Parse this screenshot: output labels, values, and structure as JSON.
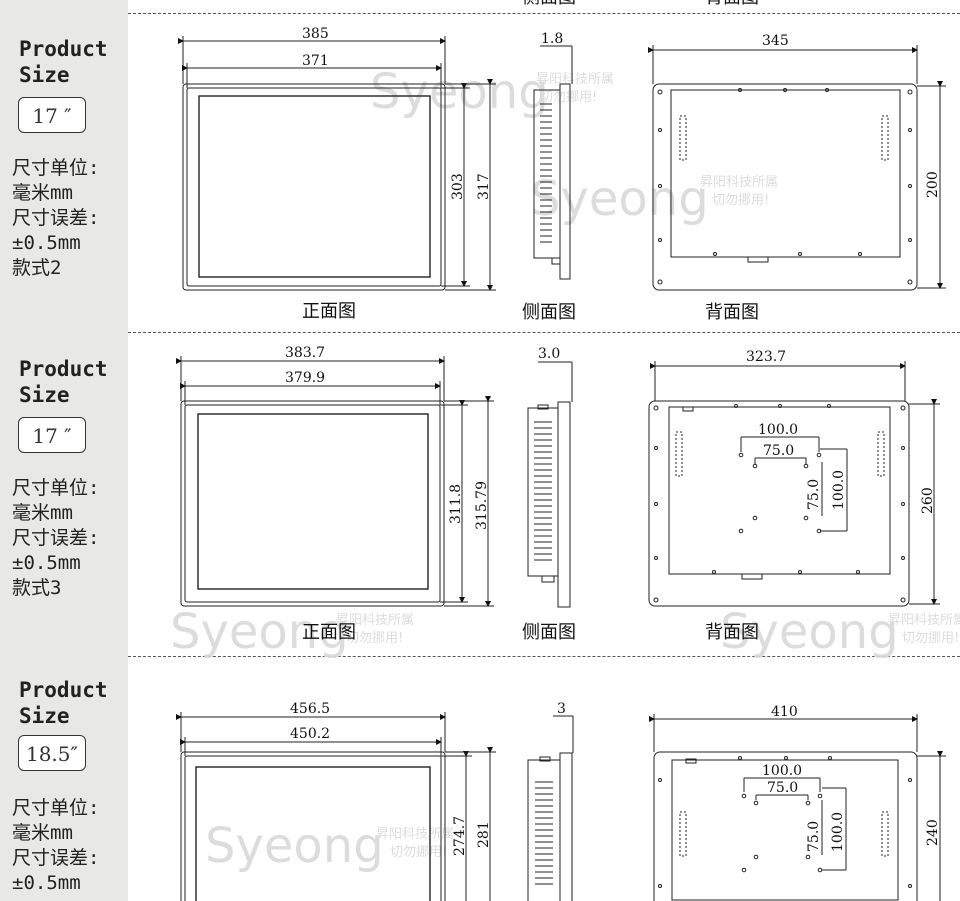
{
  "header": {
    "side_caption": "侧面图",
    "back_caption": "背面图"
  },
  "watermark": {
    "brand": "Syeong",
    "line1": "昇阳科技所属",
    "line2": "切勿挪用!"
  },
  "sections": [
    {
      "title_line1": "Product",
      "title_line2": "Size",
      "size": "17 ″",
      "notes": [
        "尺寸单位:",
        "毫米mm",
        "尺寸误差:",
        "±0.5mm",
        "款式2"
      ],
      "front": {
        "outer_width": "385",
        "inner_width": "371",
        "inner_height": "303",
        "outer_height": "317",
        "caption": "正面图"
      },
      "side": {
        "thickness": "1.8",
        "caption": "侧面图"
      },
      "back": {
        "width": "345",
        "height": "200",
        "caption": "背面图"
      }
    },
    {
      "title_line1": "Product",
      "title_line2": "Size",
      "size": "17 ″",
      "notes": [
        "尺寸单位:",
        "毫米mm",
        "尺寸误差:",
        "±0.5mm",
        "款式3"
      ],
      "front": {
        "outer_width": "383.7",
        "inner_width": "379.9",
        "inner_height": "311.8",
        "outer_height": "315.79",
        "caption": "正面图"
      },
      "side": {
        "thickness": "3.0",
        "caption": "侧面图"
      },
      "back": {
        "width": "323.7",
        "height": "260",
        "vesa_outer_h": "100.0",
        "vesa_inner_h": "75.0",
        "vesa_inner_v": "75.0",
        "vesa_outer_v": "100.0",
        "caption": "背面图"
      }
    },
    {
      "title_line1": "Product",
      "title_line2": "Size",
      "size": "18.5″",
      "notes": [
        "尺寸单位:",
        "毫米mm",
        "尺寸误差:",
        "±0.5mm"
      ],
      "front": {
        "outer_width": "456.5",
        "inner_width": "450.2",
        "inner_height": "274.7",
        "outer_height": "281"
      },
      "side": {
        "thickness": "3"
      },
      "back": {
        "width": "410",
        "height": "240",
        "vesa_outer_h": "100.0",
        "vesa_inner_h": "75.0",
        "vesa_inner_v": "75.0",
        "vesa_outer_v": "100.0"
      }
    }
  ]
}
